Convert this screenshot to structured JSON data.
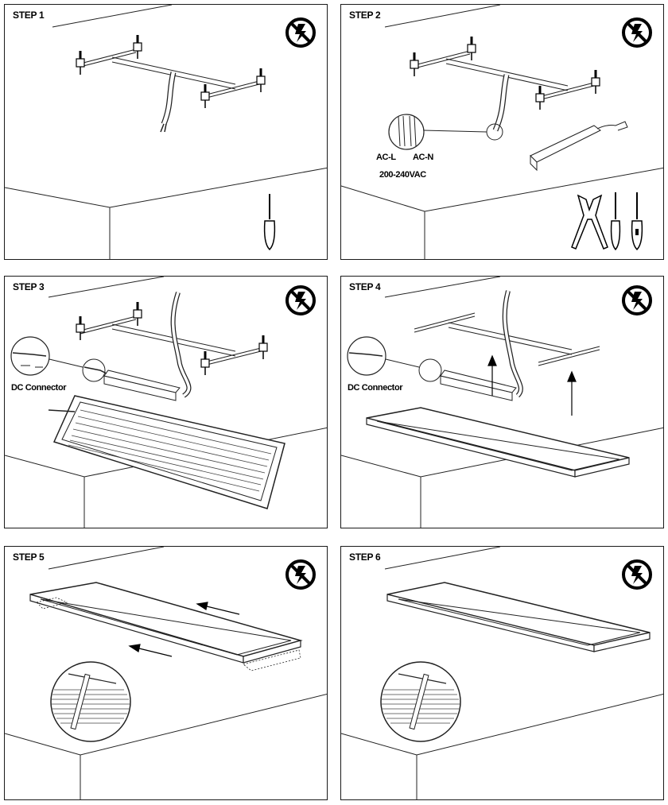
{
  "steps": [
    {
      "label": "STEP 1"
    },
    {
      "label": "STEP 2",
      "wire_l": "AC-L",
      "wire_n": "AC-N",
      "voltage": "200-240VAC"
    },
    {
      "label": "STEP 3",
      "connector": "DC Connector"
    },
    {
      "label": "STEP 4",
      "connector": "DC Connector"
    },
    {
      "label": "STEP 5"
    },
    {
      "label": "STEP 6"
    }
  ],
  "icons": {
    "no_power": "no-electricity-icon",
    "screwdriver": "screwdriver-icon",
    "pliers": "wire-stripper-icon",
    "tester": "voltage-tester-icon"
  },
  "colors": {
    "line": "#1a1a1a",
    "background": "#ffffff"
  }
}
